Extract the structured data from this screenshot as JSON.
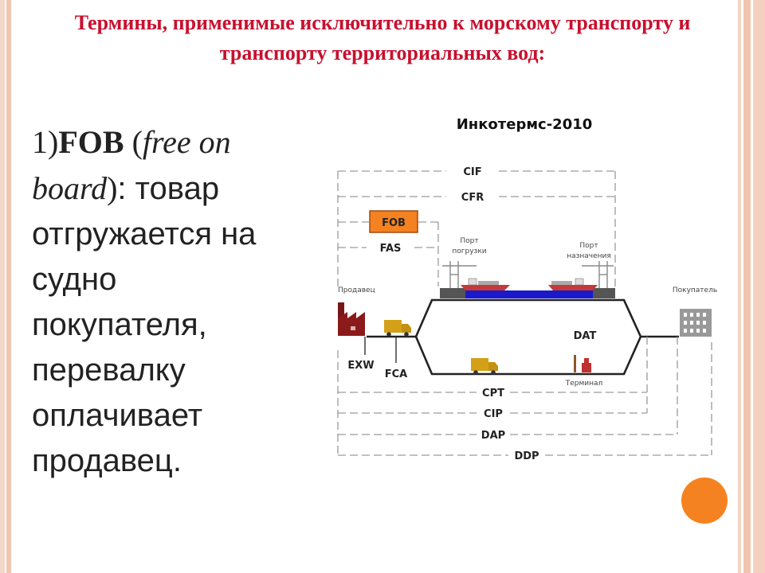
{
  "slide": {
    "title": "Термины, применимые исключительно к морскому транспорту и транспорту территориальных вод:",
    "body": {
      "number": "1)",
      "term": "FOB",
      "paren_open": " (",
      "english": "free on board",
      "paren_close": ")",
      "text": ": товар отгружается на судно покупателя, перевалку оплачивает продавец."
    }
  },
  "diagram": {
    "title": "Инкотермс-2010",
    "top_terms": [
      "CIF",
      "CFR",
      "FOB",
      "FAS"
    ],
    "bottom_terms": [
      "CPT",
      "CIP",
      "DAP",
      "DDP"
    ],
    "highlighted_term": "FOB",
    "highlight_color": "#f58220",
    "port_loading": [
      "Порт",
      "погрузки"
    ],
    "port_destination": [
      "Порт",
      "назначения"
    ],
    "seller": "Продавец",
    "buyer": "Покупатель",
    "exw": "EXW",
    "fca": "FCA",
    "dat": "DAT",
    "terminal": "Терминал",
    "colors": {
      "ship_water": "#1a1acc",
      "truck": "#d4a017",
      "factory": "#8b1a1a",
      "lines": "#999999"
    }
  }
}
